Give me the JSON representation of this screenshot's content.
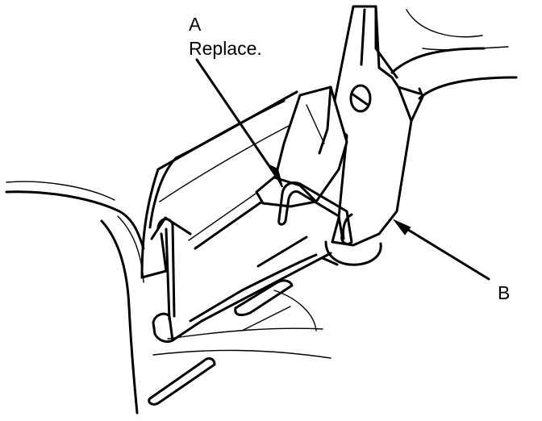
{
  "callouts": {
    "a": {
      "letter": "A",
      "text": "Replace."
    },
    "b": {
      "letter": "B"
    }
  },
  "colors": {
    "ink": "#000000",
    "paper": "#ffffff"
  }
}
